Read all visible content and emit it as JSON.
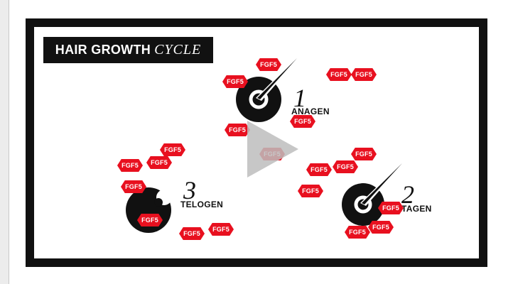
{
  "title": {
    "bold": "HAIR GROWTH",
    "italic": "CYCLE"
  },
  "stages": [
    {
      "number": "1",
      "label": "ANAGEN"
    },
    {
      "number": "2",
      "label": "CATAGEN"
    },
    {
      "number": "3",
      "label": "TELOGEN"
    }
  ],
  "badge_text": "FGF5",
  "colors": {
    "badge": "#e8101f",
    "frame": "#111111",
    "play": "#bdbdbd"
  },
  "icons": [
    "follicle-icon",
    "play-icon"
  ]
}
